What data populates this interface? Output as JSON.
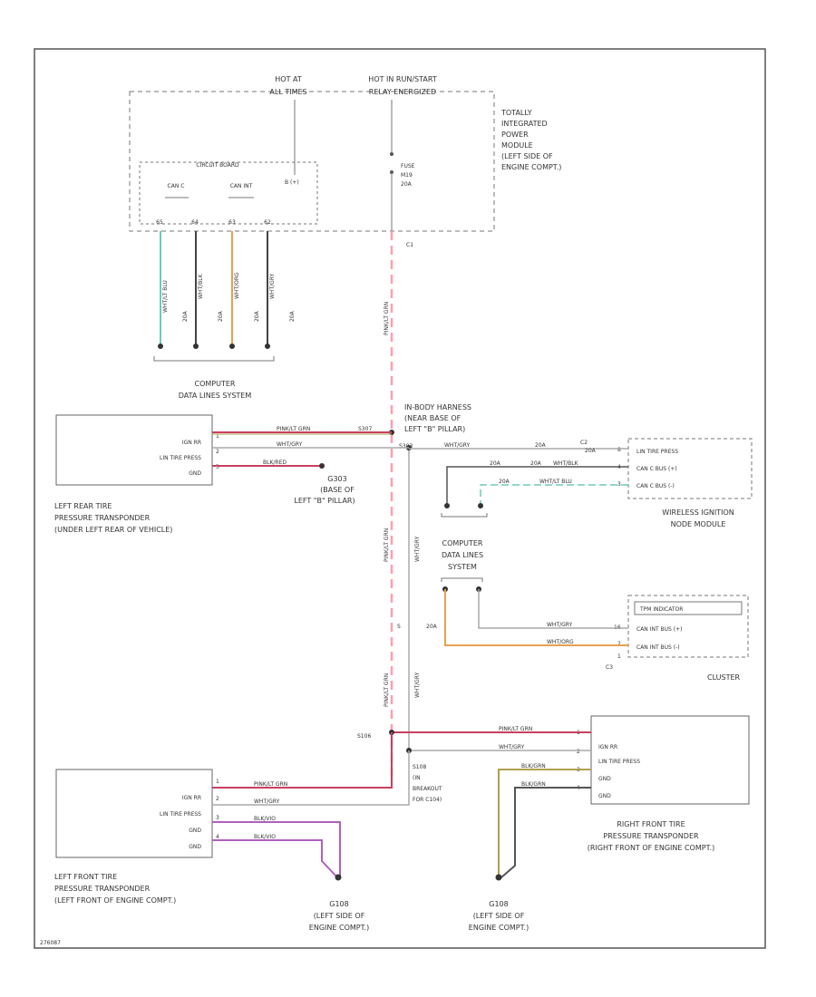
{
  "tipm": {
    "hot_at_all_times": [
      "HOT AT",
      "ALL TIMES"
    ],
    "hot_in_run": [
      "HOT IN RUN/START",
      "RELAY ENERGIZED"
    ],
    "module_name": [
      "TOTALLY",
      "INTEGRATED",
      "POWER",
      "MODULE",
      "(LEFT SIDE OF",
      "ENGINE COMPT.)"
    ],
    "circuit_board": "CIRCUIT BOARD",
    "can_c": "CAN C",
    "can_int": "CAN INT",
    "batt": "B (+)",
    "fuse": [
      "FUSE",
      "M19",
      "20A"
    ],
    "pins": [
      "65",
      "64",
      "63",
      "62"
    ],
    "c1": "C1"
  },
  "computer_data_lines": {
    "label": [
      "COMPUTER",
      "DATA LINES SYSTEM"
    ],
    "wires": [
      "WHT/LT BLU",
      "WHT/BLK",
      "WHT/ORG",
      "WHT/GRY"
    ],
    "sizes": [
      "20A",
      "20A",
      "20A",
      "20A"
    ]
  },
  "vertical_wires": {
    "main_power": "PINK/LT GRN",
    "main_power_2": "PINK/LT GRN",
    "main_power_3": "PINK/LT GRN",
    "data": "WHT/GRY",
    "data_2": "WHT/GRY"
  },
  "left_rear": {
    "box_lines": [
      "IGN RR",
      "LIN TIRE PRESS",
      "GND"
    ],
    "pins": [
      "1",
      "2",
      "3"
    ],
    "wires": [
      "PINK/LT GRN",
      "WHT/GRY",
      "BLK/RED"
    ],
    "ground_id": "G303",
    "ground_desc": [
      "(BASE OF",
      "LEFT \"B\" PILLAR)"
    ],
    "name": [
      "LEFT REAR TIRE",
      "PRESSURE TRANSPONDER",
      "(UNDER LEFT REAR OF VEHICLE)"
    ]
  },
  "body_harness": {
    "label": [
      "IN-BODY HARNESS",
      "(NEAR BASE OF",
      "LEFT \"B\" PILLAR)"
    ],
    "splice": "S303",
    "splice2": "S307"
  },
  "wireless_ignition": {
    "box_lines": [
      "LIN TIRE PRESS",
      "CAN C BUS (+)",
      "CAN C BUS (-)"
    ],
    "pins": [
      "8",
      "4",
      "3"
    ],
    "connector": "C2",
    "wire_gray": "WHT/GRY",
    "wire_size": "20A",
    "wire_gray_size": "20A",
    "wire_can_plus": "WHT/BLK",
    "wire_can_minus": "WHT/LT BLU",
    "size_plus": "20A",
    "size_plus2": "20A",
    "size_minus": "20A",
    "name": [
      "WIRELESS IGNITION",
      "NODE MODULE"
    ]
  },
  "connector_ref": {
    "label": [
      "COMPUTER",
      "DATA LINES",
      "SYSTEM"
    ]
  },
  "cluster": {
    "box_lines": [
      "TPM INDICATOR",
      "CAN INT BUS (+)",
      "CAN INT BUS (-)"
    ],
    "pins": [
      "16",
      "2",
      "1"
    ],
    "wires": [
      "WHT/GRY",
      "WHT/ORG"
    ],
    "connector": "C3",
    "name": "CLUSTER",
    "splice_s": "S",
    "size": "20A"
  },
  "right_front": {
    "box_lines": [
      "IGN RR",
      "LIN TIRE PRESS",
      "GND",
      "GND"
    ],
    "pins": [
      "1",
      "2",
      "3",
      "4"
    ],
    "wires": [
      "PINK/LT GRN",
      "WHT/GRY",
      "BLK/GRN",
      "BLK/GRN"
    ],
    "splice": "S106",
    "splice2": "S108",
    "splice2_desc": [
      "(IN",
      "BREAKOUT",
      "FOR C104)"
    ],
    "name": [
      "RIGHT FRONT TIRE",
      "PRESSURE TRANSPONDER",
      "(RIGHT FRONT OF ENGINE COMPT.)"
    ],
    "ground_id": "G108",
    "ground_desc": [
      "(LEFT SIDE OF",
      "ENGINE COMPT.)"
    ]
  },
  "left_front": {
    "box_lines": [
      "IGN RR",
      "LIN TIRE PRESS",
      "GND",
      "GND"
    ],
    "pins": [
      "1",
      "2",
      "3",
      "4"
    ],
    "wires": [
      "PINK/LT GRN",
      "WHT/GRY",
      "BLK/VIO",
      "BLK/VIO"
    ],
    "name": [
      "LEFT FRONT TIRE",
      "PRESSURE TRANSPONDER",
      "(LEFT FRONT OF ENGINE COMPT.)"
    ],
    "ground_id": "G108",
    "ground_desc": [
      "(LEFT SIDE OF",
      "ENGINE COMPT.)"
    ]
  },
  "footer_id": "276087",
  "colors": {
    "pink": "#ff9fb2",
    "pink_dark": "#c84060",
    "orange": "#e8a050",
    "teal": "#70c8b8",
    "violet": "#b060c0",
    "olive": "#b0a050",
    "black": "#444444",
    "gray": "#bbbbbb"
  }
}
